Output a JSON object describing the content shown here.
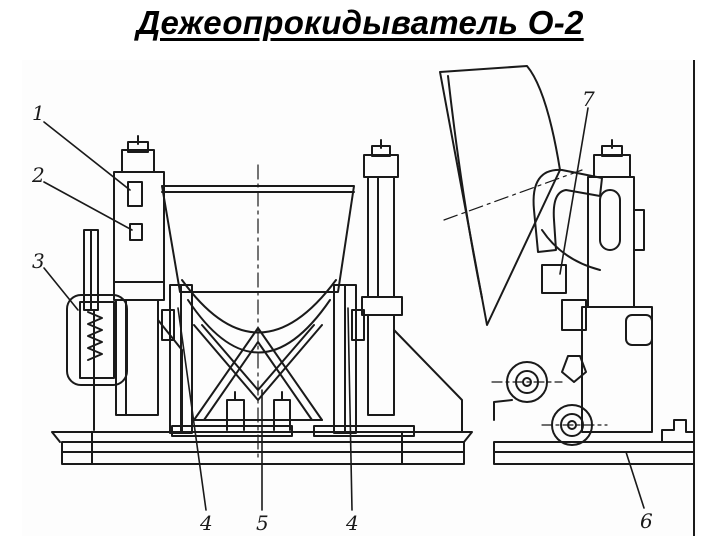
{
  "title": "Дежеопрокидыватель О-2",
  "callouts": {
    "c1": "1",
    "c2": "2",
    "c3": "3",
    "c4a": "4",
    "c5": "5",
    "c4b": "4",
    "c6": "6",
    "c7": "7"
  },
  "colors": {
    "ink": "#1a1a1a",
    "paper": "#fdfdfd",
    "title": "#000000"
  }
}
